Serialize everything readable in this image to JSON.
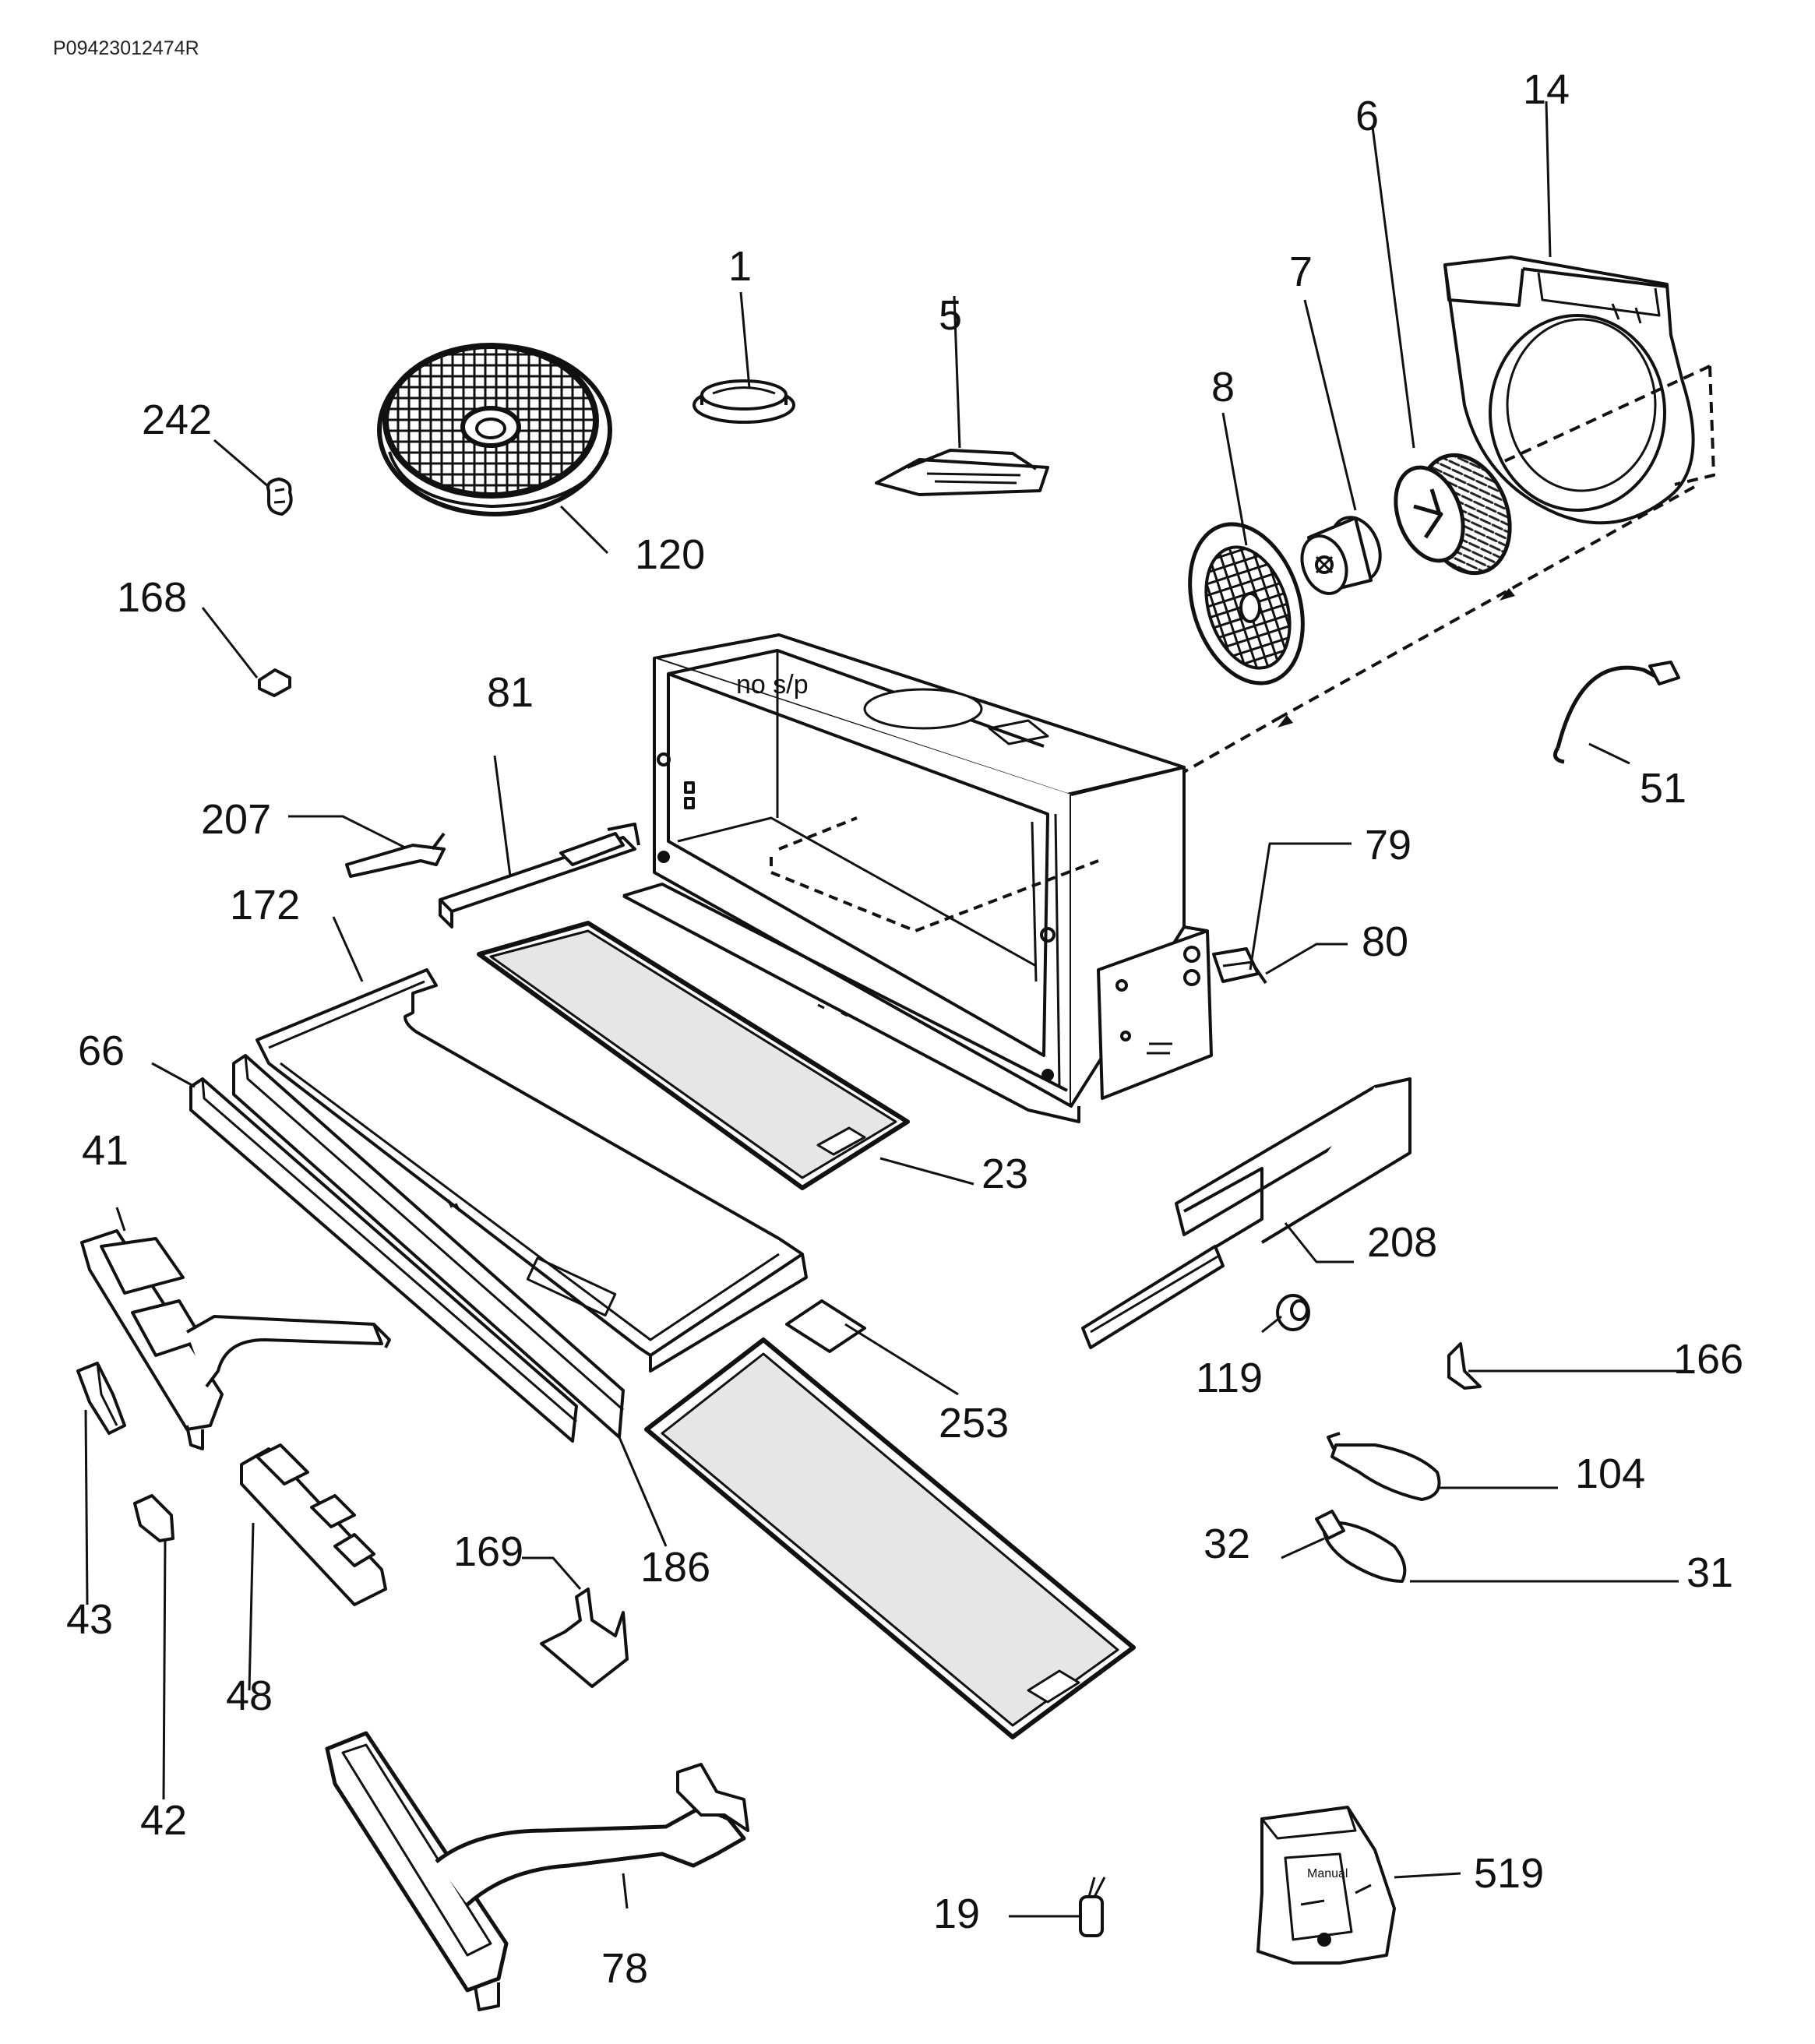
{
  "document_id": "P09423012474R",
  "note": "no s/p",
  "manual_text": "Manual",
  "callouts": [
    "1",
    "5",
    "14",
    "6",
    "7",
    "8",
    "242",
    "120",
    "168",
    "81",
    "207",
    "172",
    "66",
    "41",
    "23",
    "79",
    "80",
    "51",
    "208",
    "253",
    "119",
    "166",
    "104",
    "32",
    "31",
    "43",
    "42",
    "48",
    "169",
    "186",
    "78",
    "19",
    "519"
  ]
}
